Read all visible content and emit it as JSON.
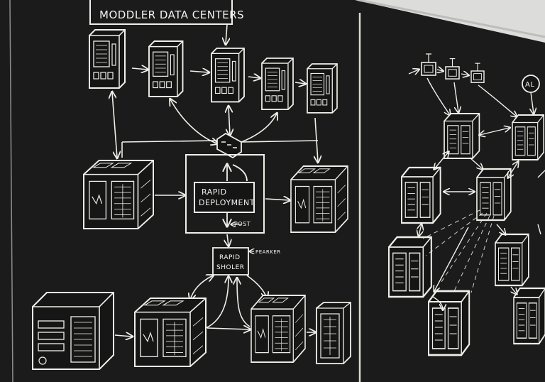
{
  "diagram": {
    "title": "MODDLER DATA CENTERS",
    "center_box": {
      "line1": "RAPID",
      "line2": "DEPLOYMENT"
    },
    "lower_box": {
      "line1": "RAPID",
      "line2": "SHOLER"
    },
    "label_post": "POST",
    "label_pearker": "PEARKER",
    "right_symbol": "AL"
  },
  "colors": {
    "board": "#1b1b1b",
    "frame": "#d9d9d6",
    "chalk": "#f0f0ea"
  }
}
